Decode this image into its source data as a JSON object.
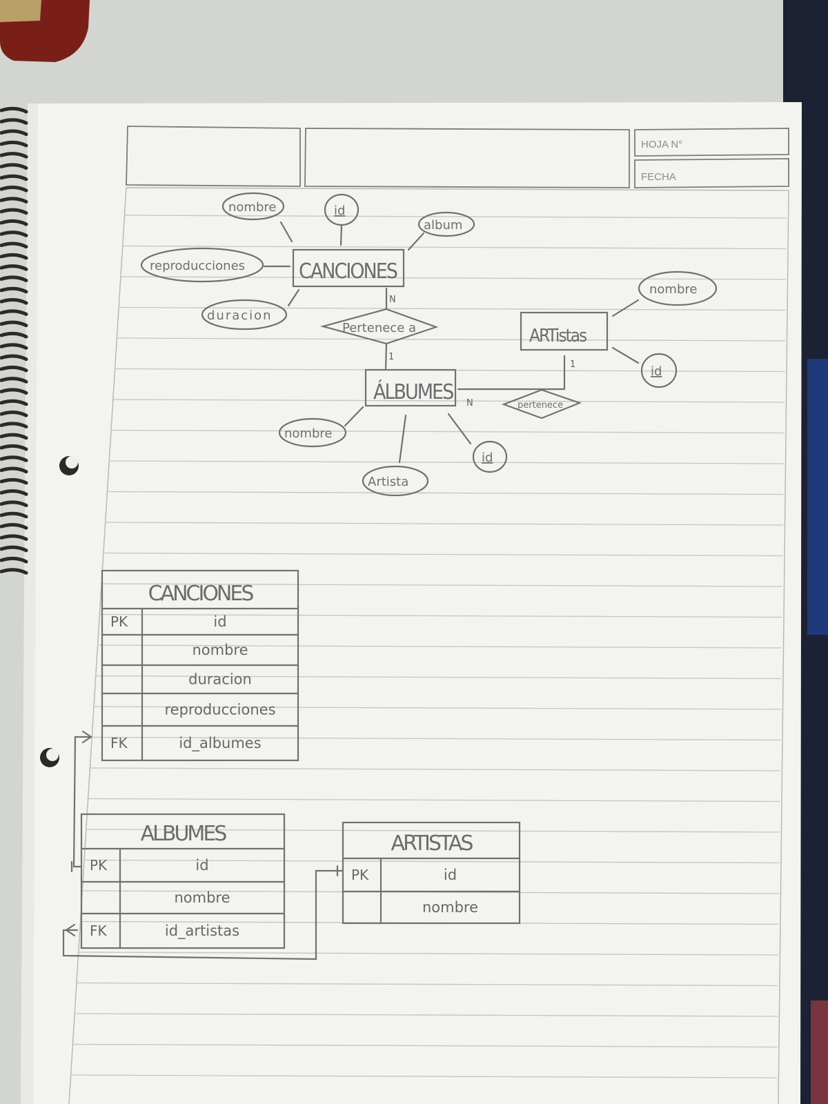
{
  "header": {
    "sheet_label": "HOJA N°",
    "date_label": "FECHA"
  },
  "er": {
    "entities": {
      "canciones": "CANCIONES",
      "albumes": "ÁLBUMES",
      "artistas": "ARTistas"
    },
    "canciones_attrs": {
      "nombre": "nombre",
      "id": "id",
      "album": "album",
      "reproducciones": "reproducciones",
      "duracion": "duracion"
    },
    "relationships": {
      "pertenece": "Pertenece a",
      "pertenece2": "pertenece"
    },
    "cardinalities": {
      "c1": "N",
      "c2": "1",
      "c3": "N",
      "c4": "1"
    },
    "albumes_attrs": {
      "nombre": "nombre",
      "artista": "Artista",
      "id": "id"
    },
    "artistas_attrs": {
      "nombre": "nombre",
      "id": "id"
    }
  },
  "tables": {
    "canciones": {
      "title": "CANCIONES",
      "rows": [
        {
          "key": "PK",
          "field": "id"
        },
        {
          "key": "",
          "field": "nombre"
        },
        {
          "key": "",
          "field": "duracion"
        },
        {
          "key": "",
          "field": "reproducciones"
        },
        {
          "key": "FK",
          "field": "id_albumes"
        }
      ]
    },
    "albumes": {
      "title": "ALBUMES",
      "rows": [
        {
          "key": "PK",
          "field": "id"
        },
        {
          "key": "",
          "field": "nombre"
        },
        {
          "key": "FK",
          "field": "id_artistas"
        }
      ]
    },
    "artistas": {
      "title": "ARTISTAS",
      "rows": [
        {
          "key": "PK",
          "field": "id"
        },
        {
          "key": "",
          "field": "nombre"
        }
      ]
    }
  }
}
